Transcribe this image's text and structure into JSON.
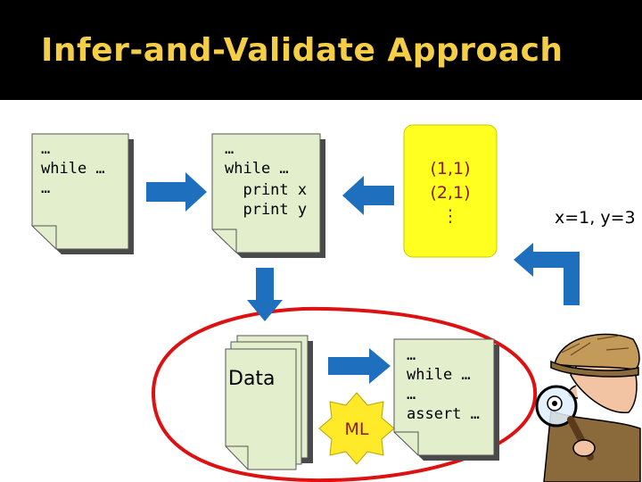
{
  "title": "Infer-and-Validate Approach",
  "doc1": {
    "lines": [
      "…",
      "while …",
      "…"
    ]
  },
  "doc2": {
    "lines": [
      "…",
      "while …",
      "  print x",
      "  print y"
    ]
  },
  "trace": {
    "lines": [
      "(1,1)",
      "(2,1)",
      "⋮"
    ]
  },
  "result": "x=1, y=3",
  "data_label": "Data",
  "ml_label": "ML",
  "doc3": {
    "lines": [
      "…",
      "while …",
      "…",
      "assert …"
    ]
  },
  "colors": {
    "title_bg": "#000000",
    "title_text": "#f5ce48",
    "page_fill": "#e3efcc",
    "trace_fill": "#ffff20",
    "arrow": "#1f6fbf",
    "loop": "#dd1111",
    "badge": "#ffea2a"
  },
  "icons": [
    "detective-image",
    "down-arrow",
    "right-arrow",
    "left-arrow",
    "elbow-arrow"
  ]
}
